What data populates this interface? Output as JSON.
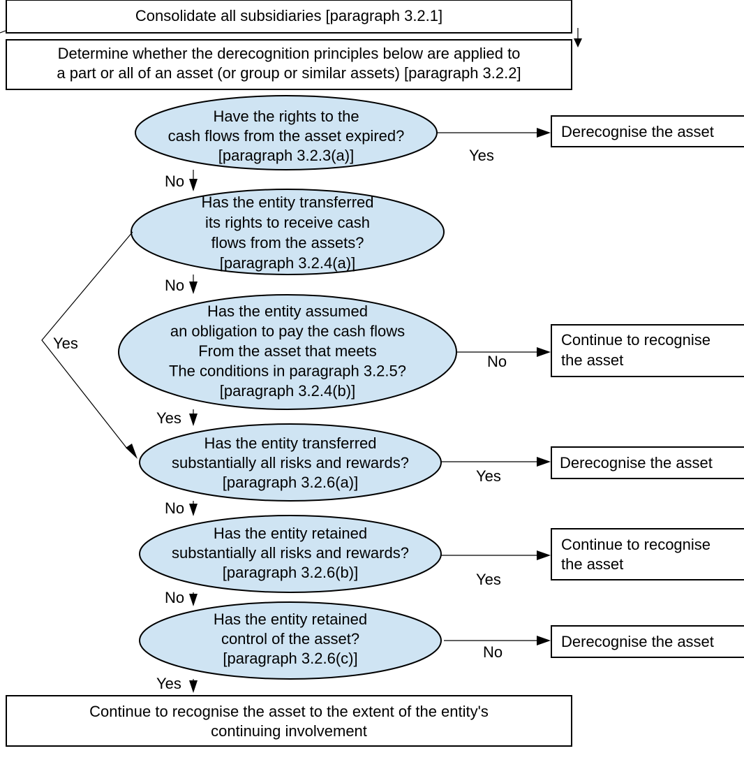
{
  "boxes": {
    "consolidate": [
      "Consolidate all subsidiaries [paragraph 3.2.1]"
    ],
    "determine": [
      "Determine whether the derecognition principles below are applied to",
      "a part or all of an asset (or group or similar assets)  [paragraph 3.2.2]"
    ],
    "derecognise_1": [
      "Derecognise the asset"
    ],
    "continue_1": [
      "Continue to recognise",
      "the asset"
    ],
    "derecognise_2": [
      "Derecognise the asset"
    ],
    "continue_2": [
      "Continue to recognise",
      "the asset"
    ],
    "derecognise_3": [
      "Derecognise the asset"
    ],
    "final": [
      "Continue to recognise the asset to the extent of the entity's",
      "continuing involvement"
    ]
  },
  "questions": {
    "q1": [
      "Have the rights to the",
      "cash flows from the asset expired?",
      "[paragraph 3.2.3(a)]"
    ],
    "q2": [
      "Has the entity transferred",
      "its rights to receive cash",
      "flows from the assets?",
      "[paragraph 3.2.4(a)]"
    ],
    "q3": [
      "Has the entity assumed",
      "an obligation to pay the cash flows",
      "From the asset that meets",
      "The conditions in paragraph 3.2.5?",
      "[paragraph 3.2.4(b)]"
    ],
    "q4": [
      "Has the entity transferred",
      "substantially all risks and rewards?",
      "[paragraph 3.2.6(a)]"
    ],
    "q5": [
      "Has the entity retained",
      "substantially all risks and rewards?",
      "[paragraph 3.2.6(b)]"
    ],
    "q6": [
      "Has the entity retained",
      "control of the asset?",
      "[paragraph 3.2.6(c)]"
    ]
  },
  "labels": {
    "q1_right": "Yes",
    "q1_down": "No",
    "q2_down": "No",
    "q2_left": "Yes",
    "q3_right": "No",
    "q3_down": "Yes",
    "q4_right": "Yes",
    "q4_down": "No",
    "q5_right": "Yes",
    "q5_down": "No",
    "q6_right": "No",
    "q6_down": "Yes"
  }
}
